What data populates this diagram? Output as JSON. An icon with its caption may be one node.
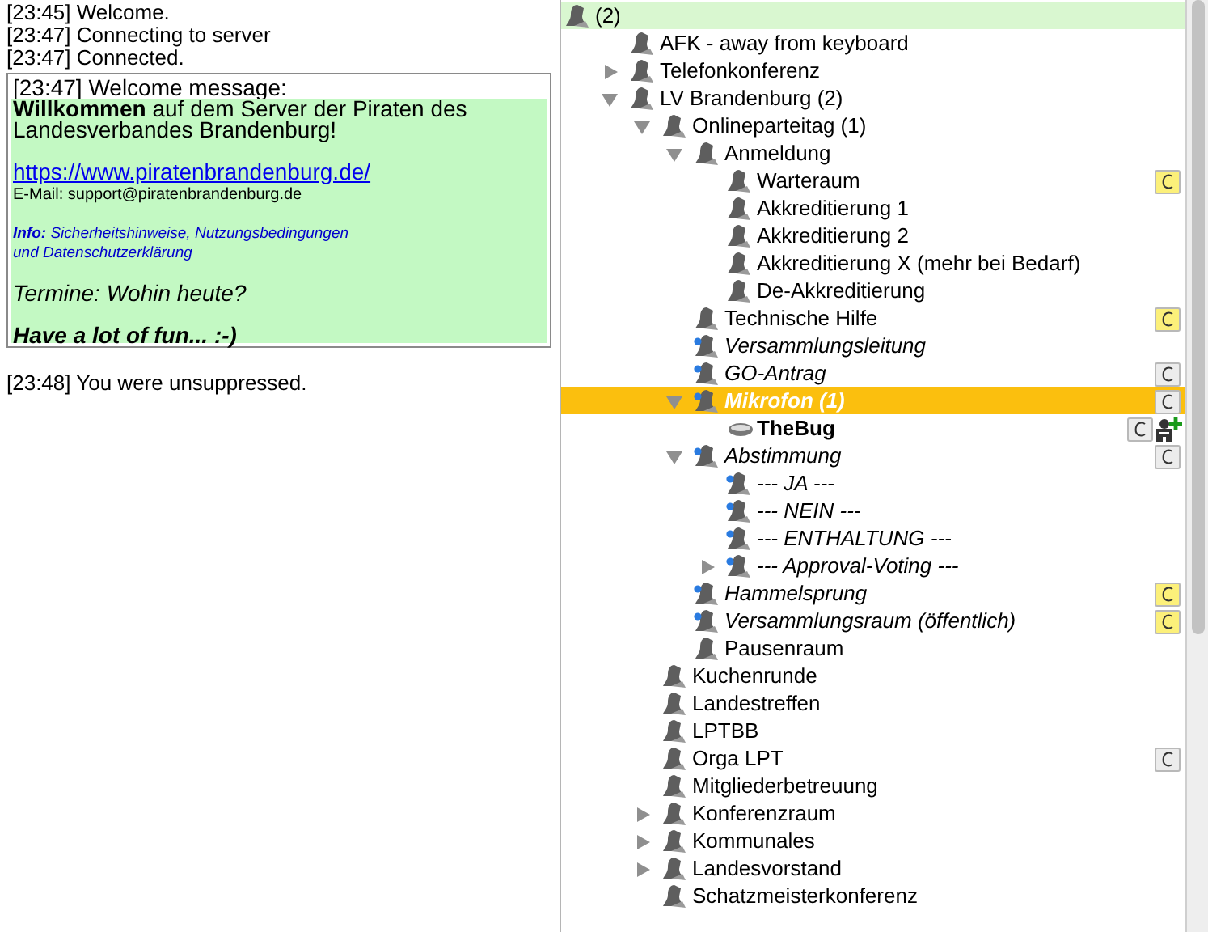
{
  "diagram": {
    "nodes": [
      {
        "text": [
          "[23:47] Welcome message:",
          "**Willkommen** auf dem Server der Piraten des Landesverbandes Brandenburg!",
          "https://www.piratenbrandenburg.de/",
          "E-Mail: support@piratenbrandenburg.de",
          "**Info:** Sicherheitshinweise, Nutzungsbedingungen und Datenschutzerklärung",
          "Termine: Wohin heute?",
          "Have a lot of fun... :-)"
        ]
      }
    ],
    "labels": [
      "[23:45] Welcome.",
      "[23:47] Connecting to server",
      "[23:47] Connected.",
      "[23:48] You were unsuppressed.",
      "(2)",
      "AFK - away from keyboard",
      "Telefonkonferenz",
      "LV Brandenburg (2)",
      "Onlineparteitag (1)",
      "Anmeldung",
      "Warteraum",
      "Akkreditierung 1",
      "Akkreditierung 2",
      "Akkreditierung X (mehr bei Bedarf)",
      "De-Akkreditierung",
      "Technische Hilfe",
      "Versammlungsleitung",
      "GO-Antrag",
      "Mikrofon (1)",
      "TheBug",
      "Abstimmung",
      "--- JA ---",
      "--- NEIN ---",
      "--- ENTHALTUNG ---",
      "--- Approval-Voting ---",
      "Hammelsprung",
      "Versammlungsraum (öffentlich)",
      "Pausenraum",
      "Kuchenrunde",
      "Landestreffen",
      "LPTBB",
      "Orga LPT",
      "Mitgliederbetreuung",
      "Konferenzraum",
      "Kommunales",
      "Landesvorstand",
      "Schatzmeisterkonferenz"
    ]
  }
}
